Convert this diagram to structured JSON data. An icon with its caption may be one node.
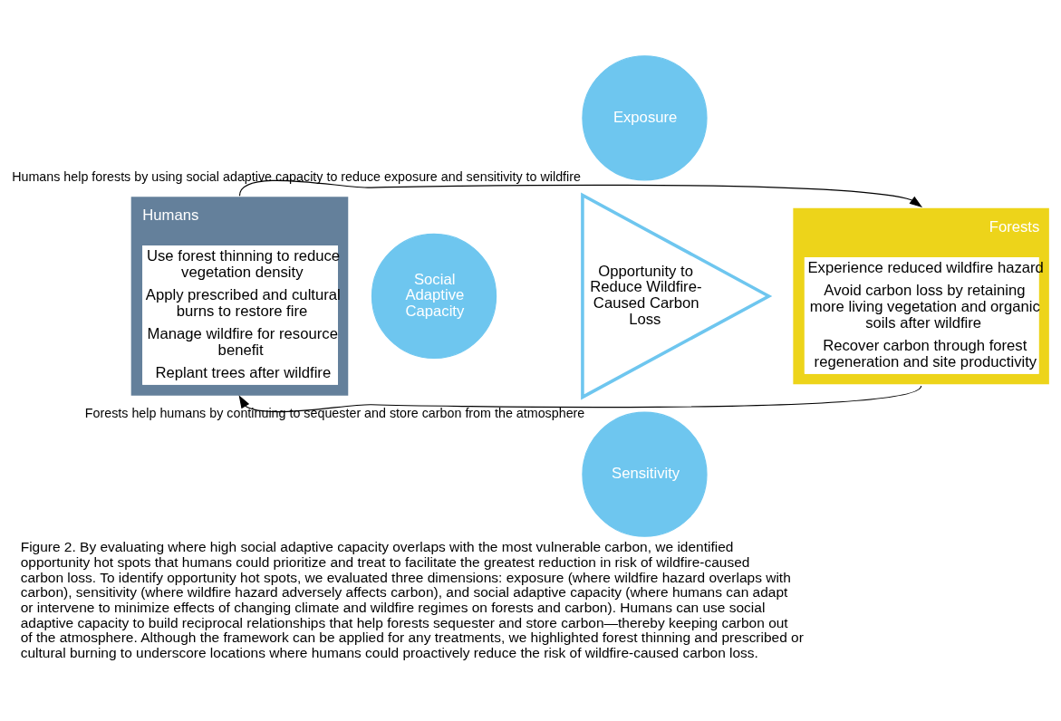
{
  "diagram": {
    "caption": "Figure 2. By evaluating where high social adaptive capacity overlaps with the most vulnerable carbon, we identified opportunity hot spots that humans could prioritize and treat to facilitate the greatest reduction in risk of wildfire-caused carbon loss. To identify opportunity hot spots, we evaluated three dimensions: exposure (where wildfire hazard overlaps with carbon), sensitivity (where wildfire hazard adversely affects carbon), and social adaptive capacity (where humans can adapt or intervene to minimize effects of changing climate and wildfire regimes on forests and carbon). Humans can use social adaptive capacity to build reciprocal relationships that help forests sequester and store carbon—thereby keeping carbon out of the atmosphere. Although the framework can be applied for any treatments, we highlighted forest thinning and prescribed or cultural burning to underscore locations where humans could proactively reduce the risk of wildfire-caused carbon loss.",
    "nodes": [
      {
        "text": [
          "Humans",
          "Use forest thinning to reduce vegetation density",
          "Apply prescribed and cultural burns to restore fire",
          "Manage wildfire for resource benefit",
          "Replant trees after wildfire"
        ]
      },
      {
        "text": [
          "Forests",
          "Experience reduced wildfire hazard",
          "Avoid carbon loss by retaining more living vegetation and organic soils after wildfire",
          "Recover carbon through forest regeneration and site productivity"
        ]
      },
      {
        "text": [
          "Exposure"
        ]
      },
      {
        "text": [
          "Social Adaptive Capacity"
        ]
      },
      {
        "text": [
          "Opportunity to Reduce Wildfire-Caused Carbon Loss"
        ]
      },
      {
        "text": [
          "Sensitivity"
        ]
      }
    ],
    "edges": [
      {
        "from": 0,
        "to": 1,
        "arrow": "to",
        "label": "Humans help forests by using social adaptive capacity to reduce exposure and sensitivity to wildfire"
      },
      {
        "from": 1,
        "to": 0,
        "arrow": "to",
        "label": "Forests help humans by continuing to sequester and store carbon from the atmosphere"
      }
    ]
  }
}
